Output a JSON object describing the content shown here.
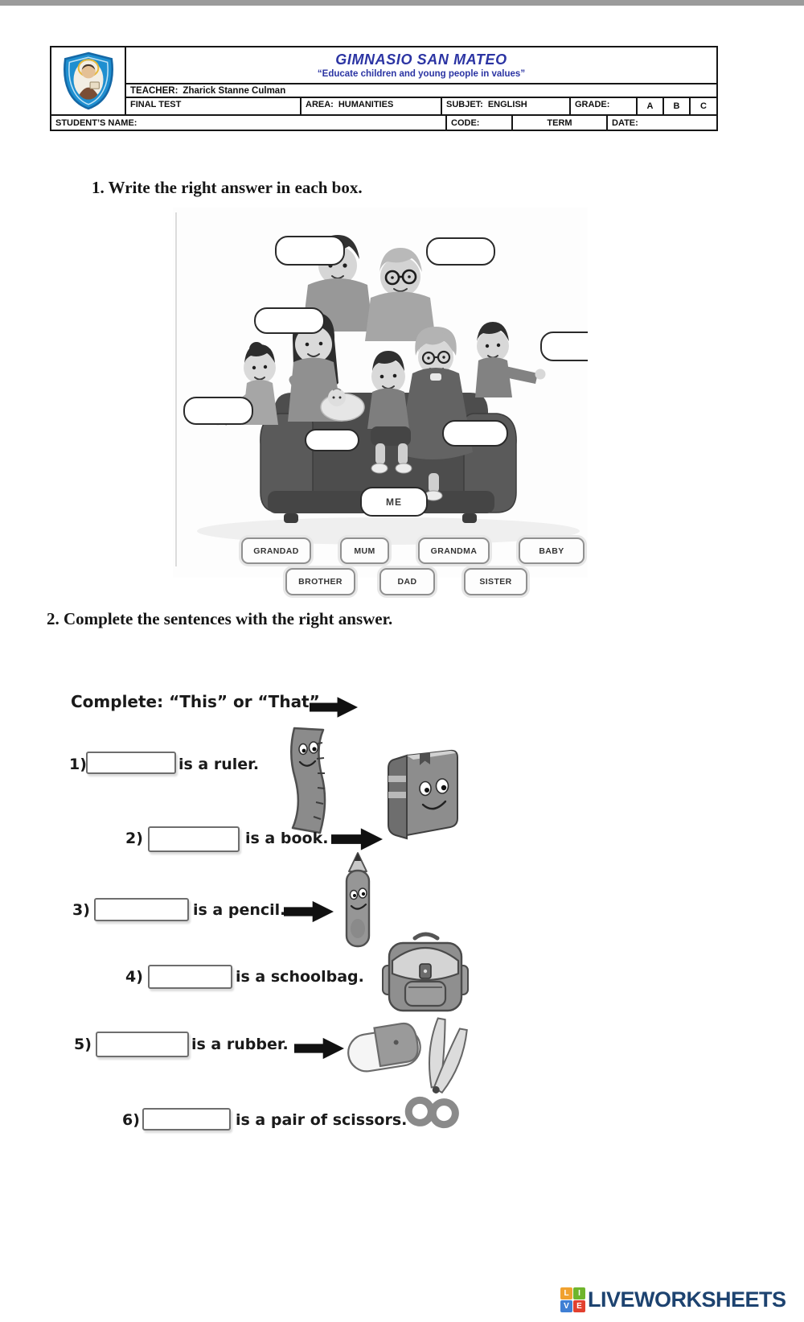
{
  "colors": {
    "header_blue": "#2b34a3",
    "brand_navy": "#1d4370",
    "square_orange": "#f0a12f",
    "square_green": "#6fb52c",
    "square_blue": "#3f7fd4",
    "square_red": "#e2402f"
  },
  "header": {
    "school_name": "GIMNASIO SAN MATEO",
    "motto": "“Educate children and young people in values”",
    "teacher_label": "TEACHER:",
    "teacher_name": "Zharick Stanne Culman",
    "test_type": "FINAL TEST",
    "area_label": "AREA:",
    "area_value": "HUMANITIES",
    "subject_label": "SUBJET:",
    "subject_value": "ENGLISH",
    "grade_label": "GRADE:",
    "grade_options": [
      "A",
      "B",
      "C"
    ],
    "student_name_label": "STUDENT’S NAME:",
    "code_label": "CODE:",
    "term_label": "TERM",
    "date_label": "DATE:"
  },
  "question1": {
    "title": "1. Write the right answer in each box.",
    "me_label": "ME",
    "word_bank_row1": [
      "GRANDAD",
      "MUM",
      "GRANDMA",
      "BABY"
    ],
    "word_bank_row2": [
      "BROTHER",
      "DAD",
      "SISTER"
    ]
  },
  "question2": {
    "title": "2. Complete the sentences with the right answer.",
    "instruction": "Complete: “This” or “That”",
    "items": [
      {
        "num": "1)",
        "text": "is a ruler."
      },
      {
        "num": "2)",
        "text": "is a book."
      },
      {
        "num": "3)",
        "text": "is a pencil."
      },
      {
        "num": "4)",
        "text": "is a schoolbag."
      },
      {
        "num": "5)",
        "text": "is a rubber."
      },
      {
        "num": "6)",
        "text": "is a pair of scissors. ."
      }
    ]
  },
  "footer": {
    "brand": "LIVEWORKSHEETS",
    "squares": [
      {
        "letter": "L",
        "color": "#f0a12f"
      },
      {
        "letter": "I",
        "color": "#6fb52c"
      },
      {
        "letter": "V",
        "color": "#3f7fd4"
      },
      {
        "letter": "E",
        "color": "#e2402f"
      }
    ]
  }
}
